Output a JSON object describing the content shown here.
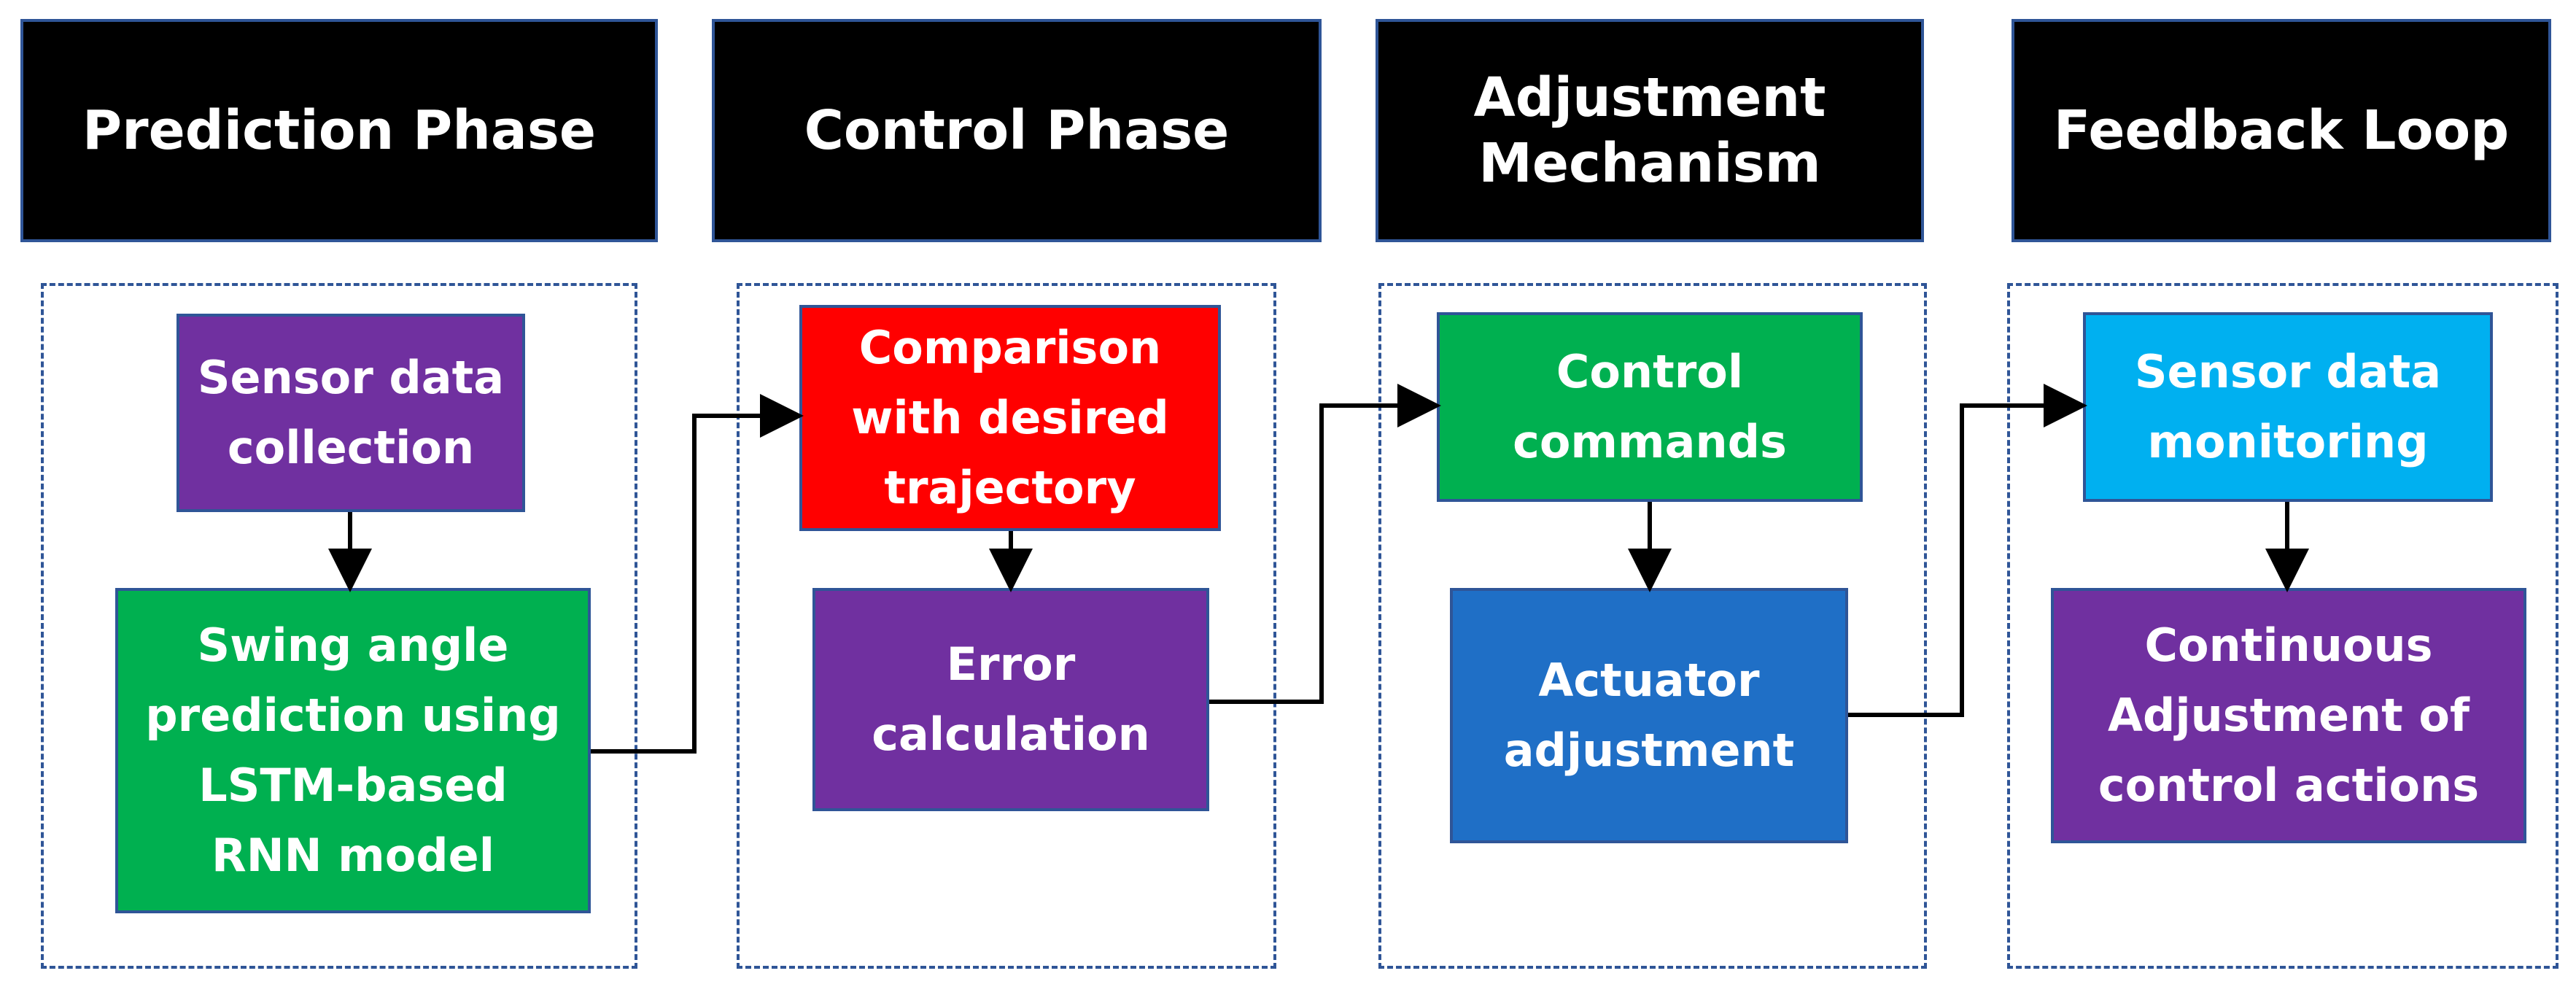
{
  "headers": [
    {
      "label": "Prediction Phase"
    },
    {
      "label": "Control Phase"
    },
    {
      "label": "Adjustment\nMechanism"
    },
    {
      "label": "Feedback Loop"
    }
  ],
  "boxes": {
    "sensor_collection": {
      "label": "Sensor data\ncollection",
      "color": "#7030a0"
    },
    "swing_prediction": {
      "label": "Swing angle\nprediction using\nLSTM-based\nRNN model",
      "color": "#00b050"
    },
    "comparison": {
      "label": "Comparison\nwith desired\ntrajectory",
      "color": "#ff0000"
    },
    "error_calc": {
      "label": "Error\ncalculation",
      "color": "#7030a0"
    },
    "control_commands": {
      "label": "Control\ncommands",
      "color": "#00b050"
    },
    "actuator_adjustment": {
      "label": "Actuator\nadjustment",
      "color": "#1f6fc6"
    },
    "sensor_monitoring": {
      "label": "Sensor data\nmonitoring",
      "color": "#00b0f0"
    },
    "continuous_adjustment": {
      "label": "Continuous\nAdjustment of\ncontrol actions",
      "color": "#7030a0"
    }
  }
}
